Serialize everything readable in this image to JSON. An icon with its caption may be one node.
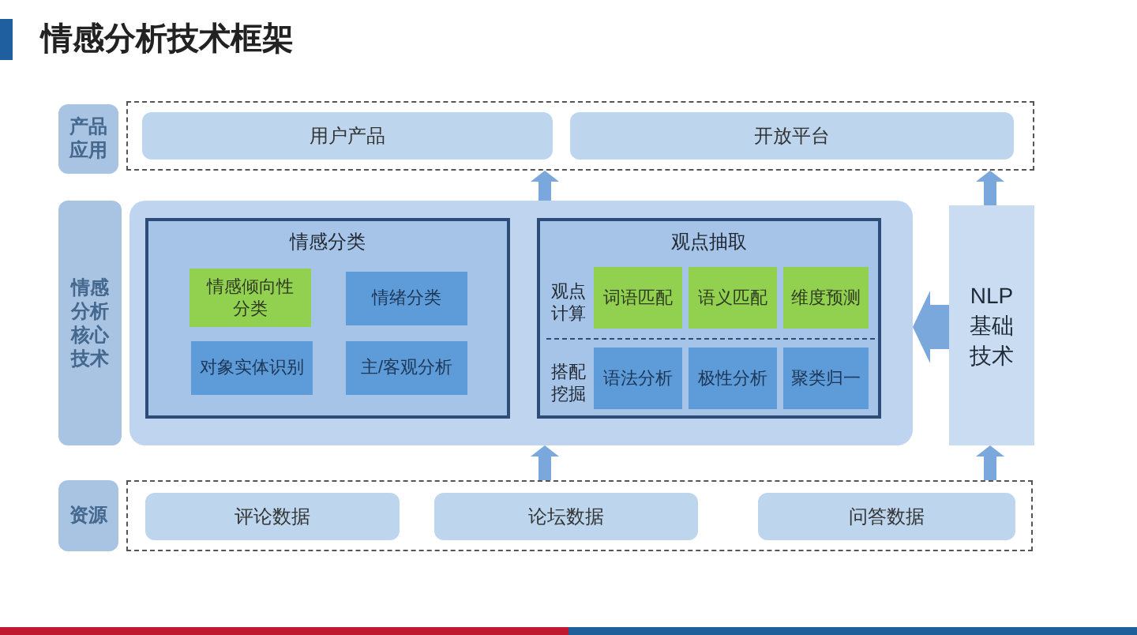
{
  "diagram": {
    "title": "情感分析技术框架",
    "nodes": [
      {
        "text": [
          "产品应用"
        ]
      },
      {
        "text": [],
        "shape": "box"
      },
      {
        "text": [
          "用户产品"
        ],
        "in": 1
      },
      {
        "text": [
          "开放平台"
        ],
        "in": 1
      },
      {
        "text": [
          "情感分析核心技术"
        ]
      },
      {
        "text": [],
        "shape": "box"
      },
      {
        "text": [
          "情感分类"
        ],
        "in": 5
      },
      {
        "text": [
          "情感倾向性分类"
        ],
        "in": 6
      },
      {
        "text": [
          "情绪分类"
        ],
        "in": 6
      },
      {
        "text": [
          "对象实体识别"
        ],
        "in": 6
      },
      {
        "text": [
          "主/客观分析"
        ],
        "in": 6
      },
      {
        "text": [
          "观点抽取",
          "观点计算",
          "搭配挖掘"
        ],
        "in": 5
      },
      {
        "text": [
          "词语匹配"
        ],
        "in": 11
      },
      {
        "text": [
          "语义匹配"
        ],
        "in": 11
      },
      {
        "text": [
          "维度预测"
        ],
        "in": 11
      },
      {
        "text": [
          "语法分析"
        ],
        "in": 11
      },
      {
        "text": [
          "极性分析"
        ],
        "in": 11
      },
      {
        "text": [
          "聚类归一"
        ],
        "in": 11
      },
      {
        "text": [
          "NLP基础技术"
        ]
      },
      {
        "text": [
          "资源"
        ]
      },
      {
        "text": [],
        "shape": "box"
      },
      {
        "text": [
          "评论数据"
        ],
        "in": 20
      },
      {
        "text": [
          "论坛数据"
        ],
        "in": 20
      },
      {
        "text": [
          "问答数据"
        ],
        "in": 20
      }
    ],
    "edges": [
      {
        "from": 5,
        "to": 1,
        "arrow": "to"
      },
      {
        "from": 18,
        "to": 1,
        "arrow": "to"
      },
      {
        "from": 18,
        "to": 5,
        "arrow": "to",
        "style": "thick"
      },
      {
        "from": 20,
        "to": 5,
        "arrow": "to"
      },
      {
        "from": 20,
        "to": 18,
        "arrow": "to"
      }
    ]
  }
}
